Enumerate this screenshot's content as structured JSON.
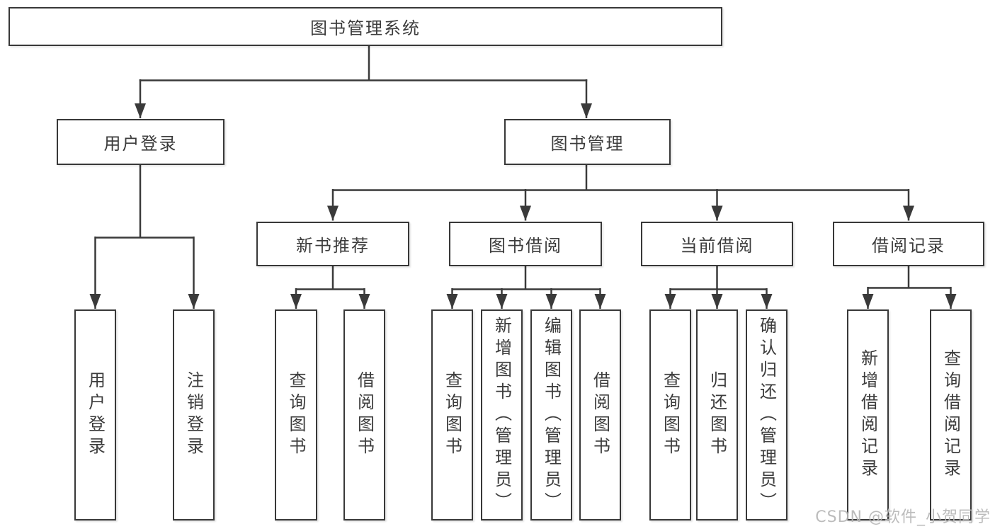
{
  "diagram": {
    "root": "图书管理系统",
    "branches": [
      {
        "label": "用户登录",
        "children": [
          "用户登录",
          "注销登录"
        ]
      },
      {
        "label": "图书管理",
        "children": [
          {
            "label": "新书推荐",
            "children": [
              "查询图书",
              "借阅图书"
            ]
          },
          {
            "label": "图书借阅",
            "children": [
              "查询图书",
              "新增图书（管理员）",
              "编辑图书（管理员）",
              "借阅图书"
            ]
          },
          {
            "label": "当前借阅",
            "children": [
              "查询图书",
              "归还图书",
              "确认归还（管理员）"
            ]
          },
          {
            "label": "借阅记录",
            "children": [
              "新增借阅记录",
              "查询借阅记录"
            ]
          }
        ]
      }
    ]
  },
  "watermark": {
    "text": "CSDN @软件_小贺同学"
  },
  "colors": {
    "line": "#3a3a3a",
    "box_border": "#383838",
    "text": "#3c3c3c",
    "watermark": "#b5b5b5",
    "background": "#ffffff"
  }
}
